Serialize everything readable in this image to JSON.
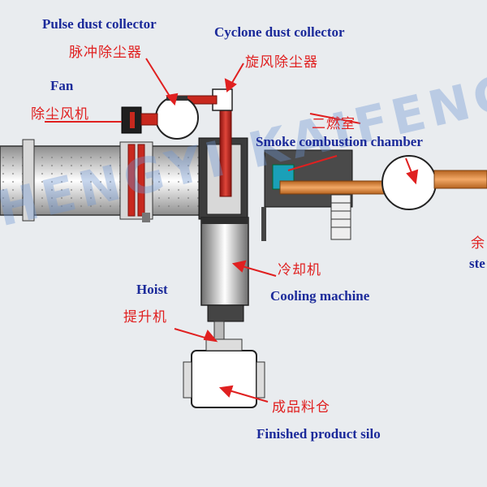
{
  "labels": {
    "pulse_en": "Pulse dust collector",
    "pulse_cn": "脉冲除尘器",
    "cyclone_en": "Cyclone dust collector",
    "cyclone_cn": "旋风除尘器",
    "fan_en": "Fan",
    "fan_cn": "除尘风机",
    "second_chamber_cn": "二燃室",
    "smoke_en": "Smoke combustion chamber",
    "cooling_cn": "冷却机",
    "cooling_en": "Cooling machine",
    "hoist_en": "Hoist",
    "hoist_cn": "提升机",
    "silo_cn": "成品料仓",
    "silo_en": "Finished  product silo",
    "edge_cn": "余",
    "edge_en": "ste"
  },
  "watermark": "HENGYI KAIFENG",
  "colors": {
    "english_label": "#1b2a9a",
    "chinese_label": "#e02020",
    "pipe": "#d9803a",
    "red_duct": "#c8281e",
    "background": "#e9ecef"
  }
}
